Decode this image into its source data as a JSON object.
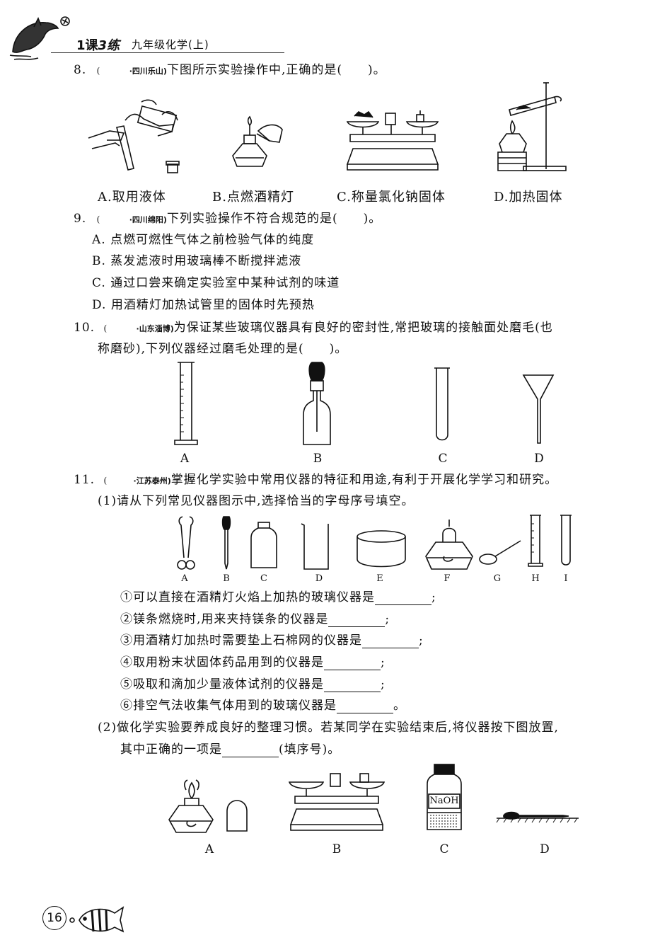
{
  "header": {
    "brand_a": "1课",
    "brand_b": "3练",
    "book_title": "九年级化学(上)"
  },
  "q8": {
    "num": "8.",
    "open": "(",
    "source": "·四川乐山)",
    "stem": "下图所示实验操作中,正确的是(　　)。",
    "options": [
      "A.取用液体",
      "B.点燃酒精灯",
      "C.称量氯化钠固体",
      "D.加热固体"
    ]
  },
  "q9": {
    "num": "9.",
    "open": "(",
    "source": "·四川绵阳)",
    "stem": "下列实验操作不符合规范的是(　　)。",
    "options": [
      "A. 点燃可燃性气体之前检验气体的纯度",
      "B. 蒸发滤液时用玻璃棒不断搅拌滤液",
      "C. 通过口尝来确定实验室中某种试剂的味道",
      "D. 用酒精灯加热试管里的固体时先预热"
    ]
  },
  "q10": {
    "num": "10.",
    "open": "(",
    "source": "·山东淄博)",
    "stem_line1": "为保证某些玻璃仪器具有良好的密封性,常把玻璃的接触面处磨毛(也",
    "stem_line2": "称磨砂),下列仪器经过磨毛处理的是(　　)。",
    "labels": [
      "A",
      "B",
      "C",
      "D"
    ]
  },
  "q11": {
    "num": "11.",
    "open": "(",
    "source": "·江苏泰州)",
    "stem": "掌握化学实验中常用仪器的特征和用途,有利于开展化学学习和研究。",
    "part1": "(1)请从下列常见仪器图示中,选择恰当的字母序号填空。",
    "instrument_labels": [
      "A",
      "B",
      "C",
      "D",
      "E",
      "F",
      "G",
      "H",
      "I"
    ],
    "items": [
      {
        "text": "①可以直接在酒精灯火焰上加热的玻璃仪器是",
        "end": ";"
      },
      {
        "text": "②镁条燃烧时,用来夹持镁条的仪器是",
        "end": ";"
      },
      {
        "text": "③用酒精灯加热时需要垫上石棉网的仪器是",
        "end": ";"
      },
      {
        "text": "④取用粉末状固体药品用到的仪器是",
        "end": ";"
      },
      {
        "text": "⑤吸取和滴加少量液体试剂的仪器是",
        "end": ";"
      },
      {
        "text": "⑥排空气法收集气体用到的玻璃仪器是",
        "end": "。"
      }
    ],
    "part2_line1": "(2)做化学实验要养成良好的整理习惯。若某同学在实验结束后,将仪器按下图放置,",
    "part2_line2_a": "其中正确的一项是",
    "part2_line2_b": "(填序号)。",
    "bottle_label": "NaOH",
    "labels2": [
      "A",
      "B",
      "C",
      "D"
    ]
  },
  "footer": {
    "page_number": "16"
  }
}
